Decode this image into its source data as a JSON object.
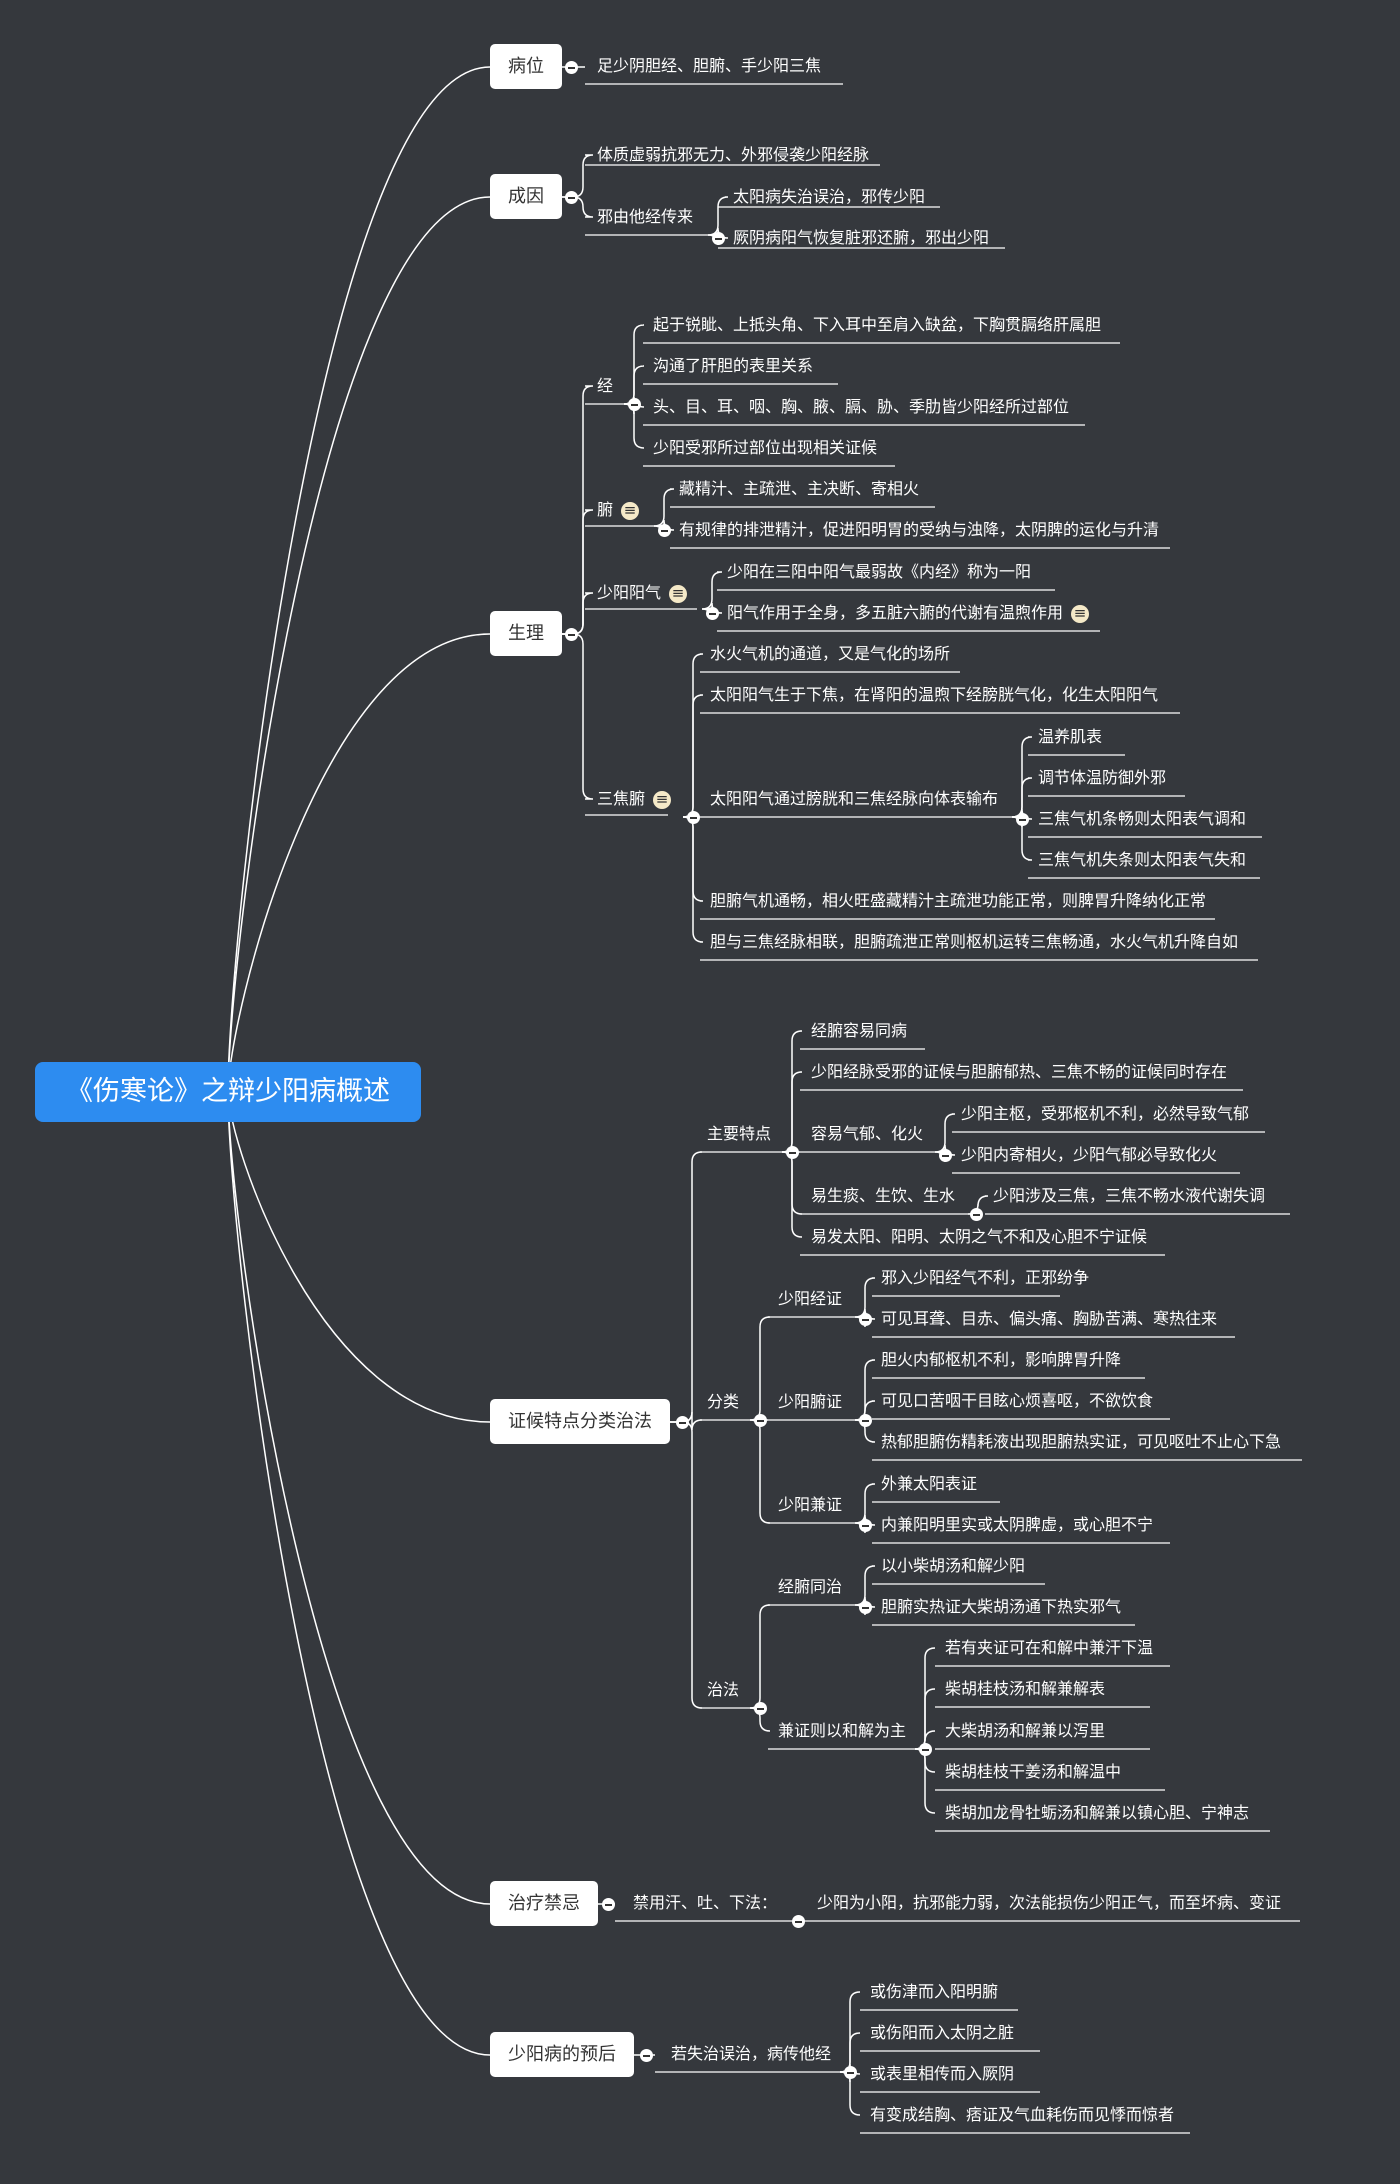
{
  "root": "《伤寒论》之辩少阳病概述",
  "branches": {
    "bingwei": {
      "label": "病位",
      "text": "足少阴胆经、胆腑、手少阳三焦"
    },
    "chengyin": {
      "label": "成因",
      "items": [
        "体质虚弱抗邪无力、外邪侵袭少阳经脉",
        "邪由他经传来",
        "太阳病失治误治，邪传少阳",
        "厥阴病阳气恢复脏邪还腑，邪出少阳"
      ]
    },
    "shengli": {
      "label": "生理",
      "jing": {
        "label": "经",
        "items": [
          "起于锐眦、上抵头角、下入耳中至肩入缺盆，下胸贯膈络肝属胆",
          "沟通了肝胆的表里关系",
          "头、目、耳、咽、胸、腋、膈、胁、季肋皆少阳经所过部位",
          "少阳受邪所过部位出现相关证候"
        ]
      },
      "fu": {
        "label": "腑",
        "items": [
          "藏精汁、主疏泄、主决断、寄相火",
          "有规律的排泄精汁，促进阳明胃的受纳与浊降，太阴脾的运化与升清"
        ]
      },
      "yangqi": {
        "label": "少阳阳气",
        "items": [
          "少阳在三阳中阳气最弱故《内经》称为一阳",
          "阳气作用于全身，多五脏六腑的代谢有温煦作用"
        ]
      },
      "sanjiao": {
        "label": "三焦腑",
        "items": [
          "水火气机的通道，又是气化的场所",
          "太阳阳气生于下焦，在肾阳的温煦下经膀胱气化，化生太阳阳气",
          "太阳阳气通过膀胱和三焦经脉向体表输布",
          "胆腑气机通畅，相火旺盛藏精汁主疏泄功能正常，则脾胃升降纳化正常",
          "胆与三焦经脉相联，胆腑疏泄正常则枢机运转三焦畅通，水火气机升降自如"
        ],
        "shubu": [
          "温养肌表",
          "调节体温防御外邪",
          "三焦气机条畅则太阳表气调和",
          "三焦气机失条则太阳表气失和"
        ]
      }
    },
    "zhenghou": {
      "label": "证候特点分类治法",
      "tedian": {
        "label": "主要特点",
        "items": [
          "经腑容易同病",
          "少阳经脉受邪的证候与胆腑郁热、三焦不畅的证候同时存在",
          "容易气郁、化火",
          "易生痰、生饮、生水",
          "易发太阳、阳明、太阴之气不和及心胆不宁证候"
        ],
        "qiyu": [
          "少阳主枢，受邪枢机不利，必然导致气郁",
          "少阳内寄相火，少阳气郁必导致化火"
        ],
        "shengtan": "少阳涉及三焦，三焦不畅水液代谢失调"
      },
      "fenlei": {
        "label": "分类",
        "jingzheng": {
          "label": "少阳经证",
          "items": [
            "邪入少阳经气不利，正邪纷争",
            "可见耳聋、目赤、偏头痛、胸胁苦满、寒热往来"
          ]
        },
        "fuzheng": {
          "label": "少阳腑证",
          "items": [
            "胆火内郁枢机不利，影响脾胃升降",
            "可见口苦咽干目眩心烦喜呕，不欲饮食",
            "热郁胆腑伤精耗液出现胆腑热实证，可见呕吐不止心下急"
          ]
        },
        "jianzheng": {
          "label": "少阳兼证",
          "items": [
            "外兼太阳表证",
            "内兼阳明里实或太阴脾虚，或心胆不宁"
          ]
        }
      },
      "zhifa": {
        "label": "治法",
        "tongzhi": {
          "label": "经腑同治",
          "items": [
            "以小柴胡汤和解少阳",
            "胆腑实热证大柴胡汤通下热实邪气"
          ]
        },
        "jianzhi": {
          "label": "兼证则以和解为主",
          "items": [
            "若有夹证可在和解中兼汗下温",
            "柴胡桂枝汤和解兼解表",
            "大柴胡汤和解兼以泻里",
            "柴胡桂枝干姜汤和解温中",
            "柴胡加龙骨牡蛎汤和解兼以镇心胆、宁神志"
          ]
        }
      }
    },
    "jinji": {
      "label": "治疗禁忌",
      "rule": "禁用汗、吐、下法：",
      "reason": "少阳为小阳，抗邪能力弱，次法能损伤少阳正气，而至坏病、变证"
    },
    "yuhou": {
      "label": "少阳病的预后",
      "cause": "若失治误治，病传他经",
      "items": [
        "或伤津而入阳明腑",
        "或伤阳而入太阴之脏",
        "或表里相传而入厥阴",
        "有变成结胸、痞证及气血耗伤而见悸而惊者"
      ]
    }
  }
}
